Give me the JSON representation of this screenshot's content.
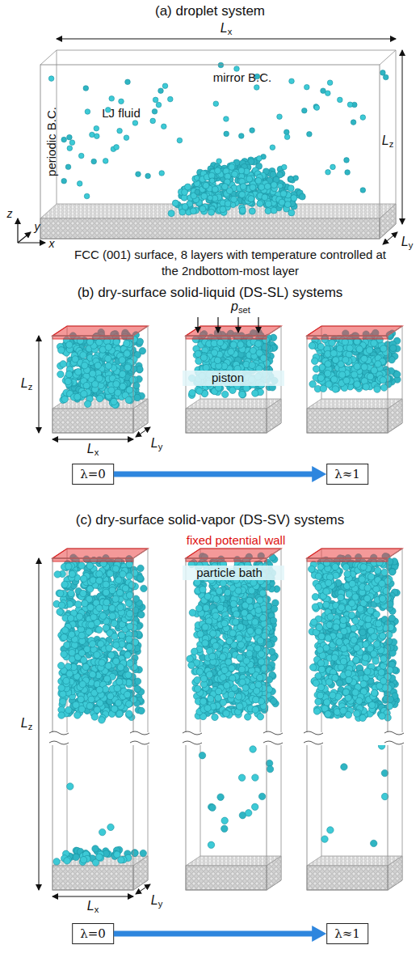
{
  "diagram": {
    "nodes": [
      {
        "text": [
          "λ=0"
        ]
      },
      {
        "text": [
          "λ≈1"
        ]
      },
      {
        "text": [
          "λ=0"
        ]
      },
      {
        "text": [
          "λ≈1"
        ]
      }
    ],
    "edges": [
      {
        "from": 0,
        "to": 1,
        "arrow": "to"
      },
      {
        "from": 2,
        "to": 3,
        "arrow": "to"
      }
    ],
    "labels": [
      "(a) droplet system",
      "Lx",
      "mirror B.C.",
      "periodic B.C.",
      "LJ fluid",
      "Lz",
      "z",
      "y",
      "x",
      "Ly",
      "FCC (001) surface, 8 layers with temperature controlled at the 2ndbottom-most layer",
      "(b) dry-surface solid-liquid (DS-SL) systems",
      "pset",
      "Lz",
      "piston",
      "Lx",
      "Ly",
      "(c) dry-surface solid-vapor (DS-SV) systems",
      "fixed potential wall",
      "particle bath",
      "Lz",
      "Lx",
      "Ly"
    ]
  }
}
